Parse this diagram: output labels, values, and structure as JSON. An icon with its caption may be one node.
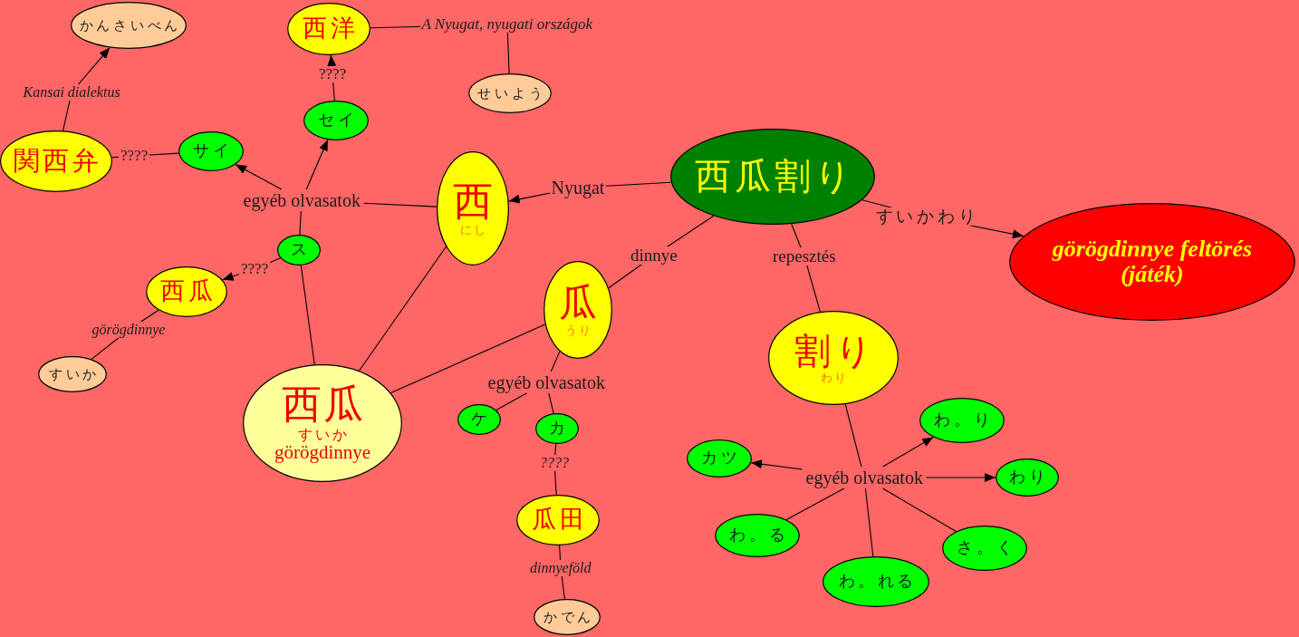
{
  "diagram": {
    "nodes": [
      {
        "text": [
          "かんさいべん"
        ]
      },
      {
        "text": [
          "西洋"
        ]
      },
      {
        "text": [
          "せいよう"
        ]
      },
      {
        "text": [
          "セイ"
        ]
      },
      {
        "text": [
          "サイ"
        ]
      },
      {
        "text": [
          "関西弁"
        ]
      },
      {
        "text": [
          "西瓜割り"
        ]
      },
      {
        "text": [
          "egyéb olvasatok"
        ]
      },
      {
        "text": [
          "西",
          "にし"
        ]
      },
      {
        "text": [
          "ス"
        ]
      },
      {
        "text": [
          "görögdinnye feltörés (játék)"
        ]
      },
      {
        "text": [
          "西瓜"
        ]
      },
      {
        "text": [
          "瓜",
          "うり"
        ]
      },
      {
        "text": [
          "割り",
          "わり"
        ]
      },
      {
        "text": [
          "すいか"
        ]
      },
      {
        "text": [
          "egyéb olvasatok"
        ]
      },
      {
        "text": [
          "ケ"
        ]
      },
      {
        "text": [
          "西瓜",
          "すいか",
          "görögdinnye"
        ]
      },
      {
        "text": [
          "カ"
        ]
      },
      {
        "text": [
          "わ。り"
        ]
      },
      {
        "text": [
          "カツ"
        ]
      },
      {
        "text": [
          "わり"
        ]
      },
      {
        "text": [
          "egyéb olvasatok"
        ]
      },
      {
        "text": [
          "瓜田"
        ]
      },
      {
        "text": [
          "わ。る"
        ]
      },
      {
        "text": [
          "さ。く"
        ]
      },
      {
        "text": [
          "わ。れる"
        ]
      },
      {
        "text": [
          "かでん"
        ]
      }
    ],
    "edges": [
      {
        "from": 6,
        "to": 8,
        "arrow": "to",
        "label": "Nyugat"
      },
      {
        "from": 6,
        "to": 12,
        "arrow": "none",
        "label": "dinnye"
      },
      {
        "from": 6,
        "to": 13,
        "arrow": "none",
        "label": "repesztés"
      },
      {
        "from": 6,
        "to": 10,
        "arrow": "to",
        "label": "すいかわり"
      },
      {
        "from": 8,
        "to": 7,
        "arrow": "none"
      },
      {
        "from": 7,
        "to": 4,
        "arrow": "to"
      },
      {
        "from": 7,
        "to": 3,
        "arrow": "to"
      },
      {
        "from": 7,
        "to": 9,
        "arrow": "none"
      },
      {
        "from": 3,
        "to": 1,
        "arrow": "to",
        "label": "????"
      },
      {
        "from": 4,
        "to": 5,
        "arrow": "none",
        "label": "????"
      },
      {
        "from": 5,
        "to": 0,
        "arrow": "to",
        "label": "Kansai dialektus"
      },
      {
        "from": 1,
        "to": 2,
        "arrow": "none",
        "label": "A Nyugat, nyugati országok"
      },
      {
        "from": 9,
        "to": 11,
        "arrow": "to",
        "label": "????"
      },
      {
        "from": 11,
        "to": 14,
        "arrow": "none",
        "label": "görögdinnye"
      },
      {
        "from": 9,
        "to": 17,
        "arrow": "none"
      },
      {
        "from": 8,
        "to": 17,
        "arrow": "none"
      },
      {
        "from": 12,
        "to": 17,
        "arrow": "none"
      },
      {
        "from": 12,
        "to": 15,
        "arrow": "none"
      },
      {
        "from": 15,
        "to": 16,
        "arrow": "none"
      },
      {
        "from": 15,
        "to": 18,
        "arrow": "none"
      },
      {
        "from": 18,
        "to": 23,
        "arrow": "none",
        "label": "????"
      },
      {
        "from": 23,
        "to": 27,
        "arrow": "none",
        "label": "dinnyeföld"
      },
      {
        "from": 13,
        "to": 22,
        "arrow": "none"
      },
      {
        "from": 22,
        "to": 20,
        "arrow": "to"
      },
      {
        "from": 22,
        "to": 19,
        "arrow": "to"
      },
      {
        "from": 22,
        "to": 21,
        "arrow": "to"
      },
      {
        "from": 22,
        "to": 24,
        "arrow": "none"
      },
      {
        "from": 22,
        "to": 26,
        "arrow": "none"
      },
      {
        "from": 22,
        "to": 25,
        "arrow": "none"
      }
    ]
  }
}
